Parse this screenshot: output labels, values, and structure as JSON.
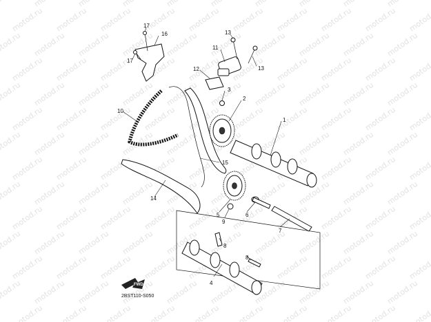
{
  "watermark": "motod.ru",
  "diagram_code": "2BST110-S050",
  "fwd_label": "FWD",
  "callouts": {
    "c1": "1",
    "c2": "2",
    "c3": "3",
    "c4": "4",
    "c5": "5",
    "c6": "6",
    "c7": "7",
    "c8a": "8",
    "c8b": "8",
    "c9": "9",
    "c10": "10",
    "c11": "11",
    "c12": "12",
    "c13a": "13",
    "c13b": "13",
    "c14": "14",
    "c15": "15",
    "c16": "16",
    "c17a": "17",
    "c17b": "17"
  }
}
